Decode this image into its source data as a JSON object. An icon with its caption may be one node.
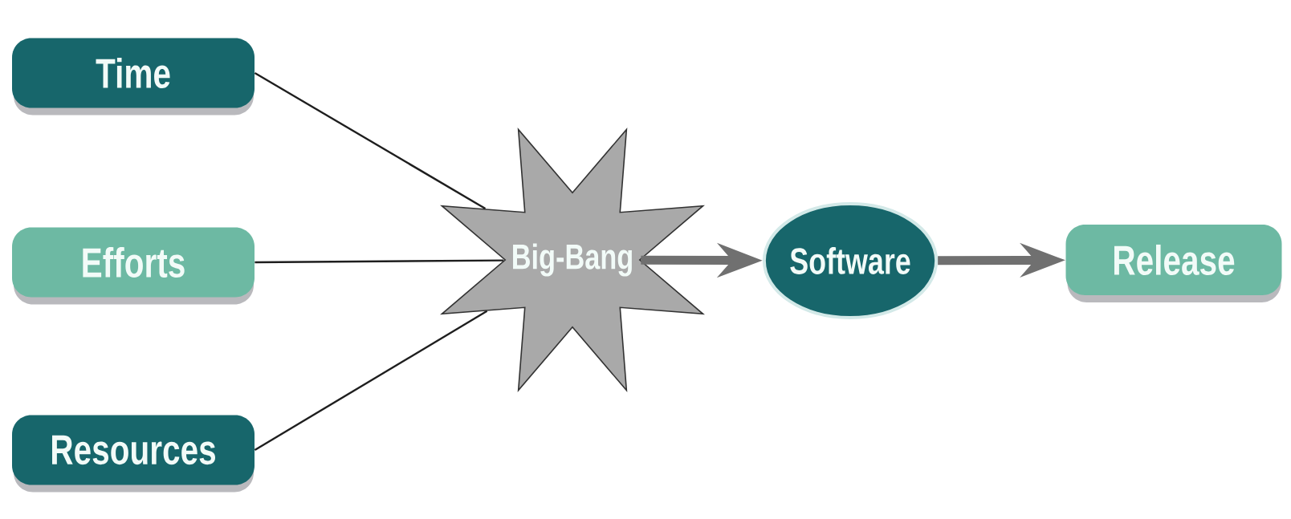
{
  "diagram": {
    "nodes": [
      {
        "text": [
          "Time"
        ]
      },
      {
        "text": [
          "Efforts"
        ]
      },
      {
        "text": [
          "Resources"
        ]
      },
      {
        "text": [
          "Big-Bang"
        ]
      },
      {
        "text": [
          "Software"
        ]
      },
      {
        "text": [
          "Release"
        ]
      }
    ],
    "edges": [
      {
        "from": 0,
        "to": 3,
        "arrow": "none"
      },
      {
        "from": 1,
        "to": 3,
        "arrow": "none"
      },
      {
        "from": 2,
        "to": 3,
        "arrow": "none"
      },
      {
        "from": 3,
        "to": 4,
        "arrow": "to",
        "style": "thick",
        "color": "#707070"
      },
      {
        "from": 4,
        "to": 5,
        "arrow": "to",
        "style": "thick",
        "color": "#707070"
      }
    ]
  }
}
